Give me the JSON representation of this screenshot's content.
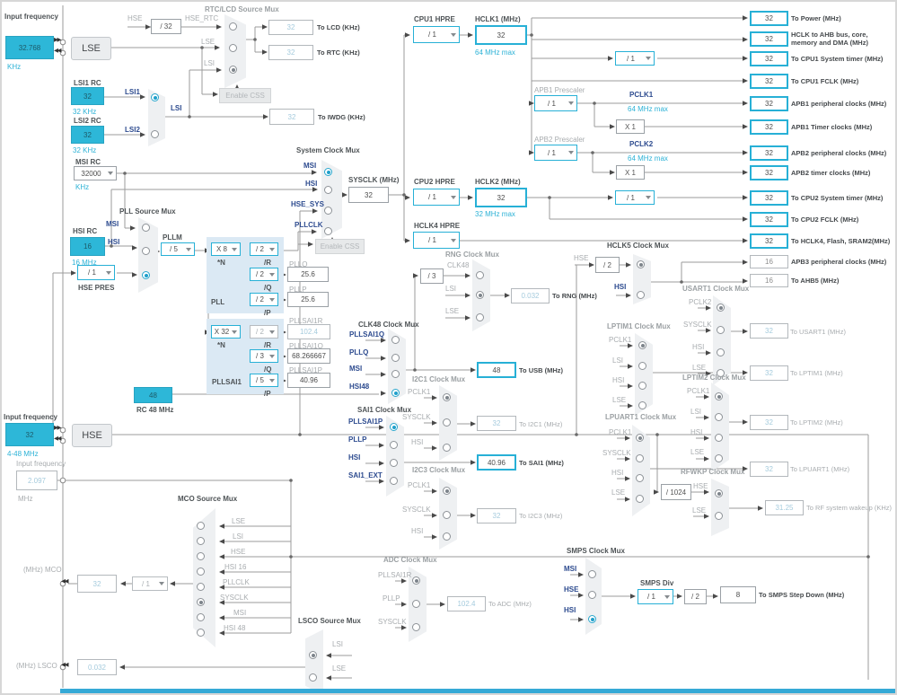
{
  "signals": {
    "hse": "HSE",
    "lse": "LSE",
    "lsi": "LSI",
    "lsi1": "LSI1",
    "lsi2": "LSI2",
    "msi": "MSI",
    "hsi": "HSI",
    "hsi16": "HSI 16",
    "hsi48": "HSI48",
    "hsi_48": "HSI 48",
    "hse_rtc": "HSE_RTC",
    "hse_sys": "HSE_SYS",
    "pllclk": "PLLCLK",
    "sysclk": "SYSCLK",
    "pclk1": "PCLK1",
    "pclk2": "PCLK2",
    "clk48": "CLK48",
    "pllq": "PLLQ",
    "pllp": "PLLP",
    "pllsai1q": "PLLSAI1Q",
    "pllsai1p": "PLLSAI1P",
    "pllsai1r": "PLLSAI1R",
    "sai1_ext": "SAI1_EXT"
  },
  "inputs": {
    "lse": {
      "label": "Input frequency",
      "value": "32.768",
      "unit": "KHz"
    },
    "hse": {
      "label": "Input frequency",
      "value": "32",
      "unit": "4-48 MHz"
    },
    "hse_alt": {
      "label": "Input frequency",
      "value": "2.097",
      "unit": "MHz"
    }
  },
  "osc": {
    "lse": "LSE",
    "hse": "HSE",
    "lsi1_label": "LSI1 RC",
    "lsi1_value": "32",
    "lsi1_unit": "32 KHz",
    "lsi2_label": "LSI2 RC",
    "lsi2_value": "32",
    "lsi2_unit": "32 KHz",
    "msi_label": "MSI RC",
    "msi_value": "32000",
    "msi_unit": "KHz",
    "hsi_label": "HSI RC",
    "hsi_value": "16",
    "hsi_unit": "16 MHz",
    "rc48_value": "48",
    "rc48_label": "RC 48 MHz"
  },
  "mux": {
    "rtc": "RTC/LCD Source Mux",
    "sys": "System Clock Mux",
    "pll": "PLL Source Mux",
    "clk48": "CLK48 Clock Mux",
    "sai1": "SAI1 Clock Mux",
    "i2c1": "I2C1 Clock Mux",
    "i2c3": "I2C3 Clock Mux",
    "rng": "RNG Clock Mux",
    "hclk5": "HCLK5 Clock Mux",
    "usart1": "USART1 Clock Mux",
    "lptim1": "LPTIM1 Clock Mux",
    "lptim2": "LPTIM2 Clock Mux",
    "lpuart1": "LPUART1 Clock Mux",
    "rfwkp": "RFWKP Clock Mux",
    "mco": "MCO Source Mux",
    "lsco": "LSCO Source Mux",
    "adc": "ADC Clock Mux",
    "smps": "SMPS Clock Mux"
  },
  "div": {
    "rtc": "/ 32",
    "hse_pres_label": "HSE PRES",
    "hse_pres": "/ 1",
    "pllm_label": "PLLM",
    "pllm": "/ 5",
    "pll_n": "X 8",
    "pll_r": "/ 2",
    "pll_q": "/ 2",
    "pll_p": "/ 2",
    "sai_n": "X 32",
    "sai_r": "/ 2",
    "sai_q": "/ 3",
    "sai_p": "/ 5",
    "cpu1_label": "CPU1 HPRE",
    "cpu1": "/ 1",
    "tick1": "/ 1",
    "apb1_label": "APB1 Prescaler",
    "apb1": "/ 1",
    "x1a": "X 1",
    "apb2_label": "APB2 Prescaler",
    "apb2": "/ 1",
    "x1b": "X 1",
    "cpu2_label": "CPU2 HPRE",
    "cpu2": "/ 1",
    "tick2": "/ 1",
    "hclk4_label": "HCLK4 HPRE",
    "hclk4": "/ 1",
    "hclk5": "/ 2",
    "rng": "/ 3",
    "rfwkp": "/ 1024",
    "mco": "/ 1",
    "smps_label": "SMPS Div",
    "smps": "/ 1",
    "smps2": "/ 2"
  },
  "pll": {
    "n": "*N",
    "r": "/R",
    "q": "/Q",
    "p": "/P",
    "block1": "PLL",
    "block2": "PLLSAI1",
    "pllq_label": "PLLQ",
    "pllq": "25.6",
    "pllp_label": "PLLP",
    "pllp": "25.6",
    "sai1r_label": "PLLSAI1R",
    "sai1r": "102.4",
    "sai1q_label": "PLLSAI1Q",
    "sai1q": "68.266667",
    "sai1p_label": "PLLSAI1P",
    "sai1p": "40.96"
  },
  "sys": {
    "sysclk_label": "SYSCLK (MHz)",
    "sysclk": "32",
    "hclk1_label": "HCLK1 (MHz)",
    "hclk1": "32",
    "hclk1_note": "64 MHz max",
    "hclk2_label": "HCLK2 (MHz)",
    "hclk2": "32",
    "hclk2_note": "32 MHz max",
    "pclk1_note": "64 MHz max",
    "pclk2_note": "64 MHz max",
    "enable_css": "Enable CSS"
  },
  "out": {
    "lcd": {
      "v": "32",
      "l": "To LCD (KHz)"
    },
    "rtc": {
      "v": "32",
      "l": "To RTC (KHz)"
    },
    "iwdg": {
      "v": "32",
      "l": "To IWDG (KHz)"
    },
    "power": {
      "v": "32",
      "l": "To Power (MHz)"
    },
    "ahb": {
      "v": "32",
      "l": "HCLK to AHB bus, core, memory and DMA (MHz)"
    },
    "cpu1t": {
      "v": "32",
      "l": "To CPU1 System timer (MHz)"
    },
    "cpu1f": {
      "v": "32",
      "l": "To CPU1 FCLK (MHz)"
    },
    "apb1p": {
      "v": "32",
      "l": "APB1 peripheral clocks (MHz)"
    },
    "apb1t": {
      "v": "32",
      "l": "APB1 Timer clocks (MHz)"
    },
    "apb2p": {
      "v": "32",
      "l": "APB2 peripheral clocks (MHz)"
    },
    "apb2t": {
      "v": "32",
      "l": "APB2 timer clocks (MHz)"
    },
    "cpu2t": {
      "v": "32",
      "l": "To CPU2 System timer (MHz)"
    },
    "cpu2f": {
      "v": "32",
      "l": "To CPU2 FCLK (MHz)"
    },
    "hclk4": {
      "v": "32",
      "l": "To HCLK4, Flash, SRAM2(MHz)"
    },
    "apb3": {
      "v": "16",
      "l": "APB3 peripheral clocks (MHz)"
    },
    "ahb5": {
      "v": "16",
      "l": "To AHB5 (MHz)"
    },
    "rng": {
      "v": "0.032",
      "l": "To RNG (MHz)"
    },
    "usb": {
      "v": "48",
      "l": "To USB (MHz)"
    },
    "i2c1": {
      "v": "32",
      "l": "To I2C1 (MHz)"
    },
    "sai1": {
      "v": "40.96",
      "l": "To SAI1 (MHz)"
    },
    "i2c3": {
      "v": "32",
      "l": "To I2C3 (MHz)"
    },
    "usart1": {
      "v": "32",
      "l": "To USART1 (MHz)"
    },
    "lptim1": {
      "v": "32",
      "l": "To LPTIM1 (MHz)"
    },
    "lptim2": {
      "v": "32",
      "l": "To LPTIM2 (MHz)"
    },
    "lpuart1": {
      "v": "32",
      "l": "To LPUART1 (MHz)"
    },
    "rfwkp": {
      "v": "31.25",
      "l": "To RF system wakeup (KHz)"
    },
    "adc": {
      "v": "102.4",
      "l": "To ADC (MHz)"
    },
    "smps": {
      "v": "8",
      "l": "To SMPS Step Down (MHz)"
    },
    "mco": {
      "v": "32",
      "l": "(MHz) MCO"
    },
    "lsco": {
      "v": "0.032",
      "l": "(MHz) LSCO"
    }
  }
}
